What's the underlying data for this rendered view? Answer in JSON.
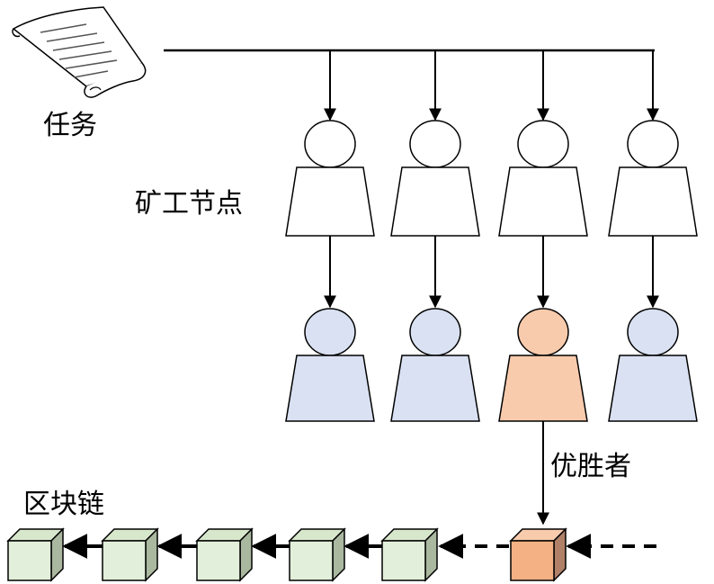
{
  "labels": {
    "task": "任务",
    "miner_nodes": "矿工节点",
    "winner": "优胜者",
    "blockchain": "区块链"
  },
  "miners": [
    {
      "state": "idle"
    },
    {
      "state": "idle"
    },
    {
      "state": "idle"
    },
    {
      "state": "idle"
    }
  ],
  "results": [
    {
      "winner": false
    },
    {
      "winner": false
    },
    {
      "winner": true
    },
    {
      "winner": false
    }
  ],
  "chain": {
    "confirmed_blocks": 5,
    "new_block": 1
  },
  "colors": {
    "stroke": "#000000",
    "miner_fill": "#ffffff",
    "result_fill": "#d9e1f2",
    "winner_fill": "#f8cbad",
    "block_front": "#e2efda",
    "block_top": "#d7e7cc",
    "block_side": "#a9b89f",
    "new_block_front": "#f4b183",
    "new_block_top": "#f8cbad",
    "new_block_side": "#b08068"
  }
}
